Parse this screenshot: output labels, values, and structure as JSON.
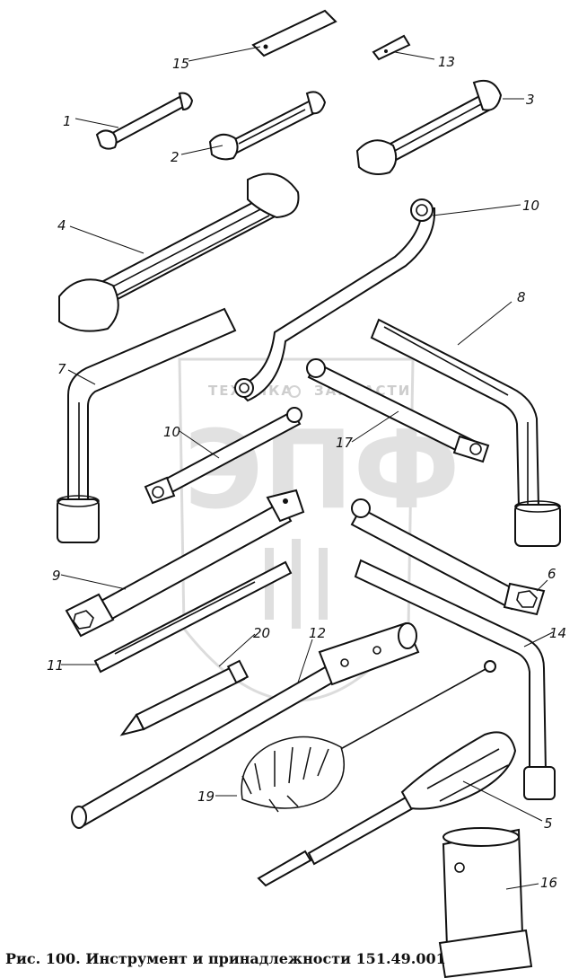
{
  "caption": "Рис. 100. Инструмент и принадлежности 151.49.001",
  "watermark": {
    "line1_left": "ТЕХНИКА",
    "line1_right": "ЗАПЧАСТИ",
    "logo": "ЭПФ"
  },
  "labels": {
    "l1": "1",
    "l2": "2",
    "l3": "3",
    "l4": "4",
    "l5": "5",
    "l6": "6",
    "l7": "7",
    "l8": "8",
    "l9": "9",
    "l10a": "10",
    "l10b": "10",
    "l11": "11",
    "l12": "12",
    "l13": "13",
    "l14": "14",
    "l15": "15",
    "l16": "16",
    "l17": "17",
    "l19": "19",
    "l20": "20"
  }
}
